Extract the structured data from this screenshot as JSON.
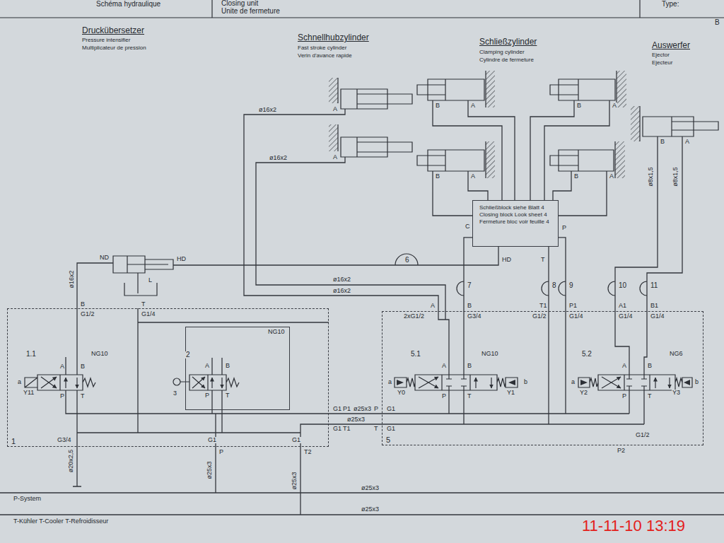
{
  "diagram": {
    "nodes": [
      {
        "text": [
          "Schließblock siehe Blatt 4 Closing block Look sheet 4 Fermeture bloc voir feuille 4"
        ]
      },
      {
        "text": [
          "1"
        ]
      },
      {
        "text": [
          "NG10"
        ],
        "in": 1
      },
      {
        "text": [
          "5"
        ]
      }
    ],
    "edges": [
      {
        "from": 0,
        "to": 3,
        "arrow": "none",
        "label": "7"
      },
      {
        "from": 0,
        "to": 3,
        "arrow": "none",
        "label": "8"
      },
      {
        "from": 0,
        "to": 3,
        "arrow": "none",
        "label": "9"
      }
    ],
    "labels": [
      "Schéma hydraulique",
      "Closing unit",
      "Unite de fermeture",
      "Type:",
      "B",
      "Druckübersetzer",
      "Pressure intensifier",
      "Multiplicateur de pression",
      "Schnellhubzylinder",
      "Fast stroke cylinder",
      "Verin d'avance rapide",
      "Schließzylinder",
      "Clamping cylinder",
      "Cylindre de fermeture",
      "Auswerfer",
      "Ejector",
      "Ejecteur",
      "A",
      "A",
      "ø16x2",
      "ø16x2",
      "B",
      "A",
      "B",
      "A",
      "B",
      "A",
      "B",
      "A",
      "B",
      "A",
      "ø8x1,5",
      "ø8x1,5",
      "C",
      "P",
      "HD",
      "T",
      "ND",
      "HD",
      "L",
      "ø16x2",
      "6",
      "ø16x2",
      "ø16x2",
      "10",
      "11",
      "A",
      "B",
      "T1",
      "P1",
      "A1",
      "B1",
      "2xG1/2",
      "G3/4",
      "G1/2",
      "G1/4",
      "G1/4",
      "G1/4",
      "B",
      "G1/2",
      "T",
      "G1/4",
      "1.1",
      "NG10",
      "a",
      "Y11",
      "A",
      "B",
      "P",
      "T",
      "2",
      "3",
      "A",
      "B",
      "P",
      "T",
      "5.1",
      "NG10",
      "a",
      "b",
      "Y0",
      "Y1",
      "A",
      "B",
      "P",
      "T",
      "5.2",
      "NG6",
      "a",
      "b",
      "Y2",
      "Y3",
      "A",
      "B",
      "P",
      "T",
      "G1",
      "P1",
      "ø25x3",
      "P",
      "G1",
      "ø25x3",
      "G1",
      "T1",
      "T",
      "G1",
      "G1/2",
      "P2",
      "G3/4",
      "G1",
      "P",
      "G1",
      "T2",
      "ø20x2,5",
      "ø25x3",
      "ø25x3",
      "ø25x3",
      "ø25x3",
      "P-System",
      "T-Kühler T-Cooler T-Refroidisseur",
      "11-11-10 13:19"
    ]
  }
}
